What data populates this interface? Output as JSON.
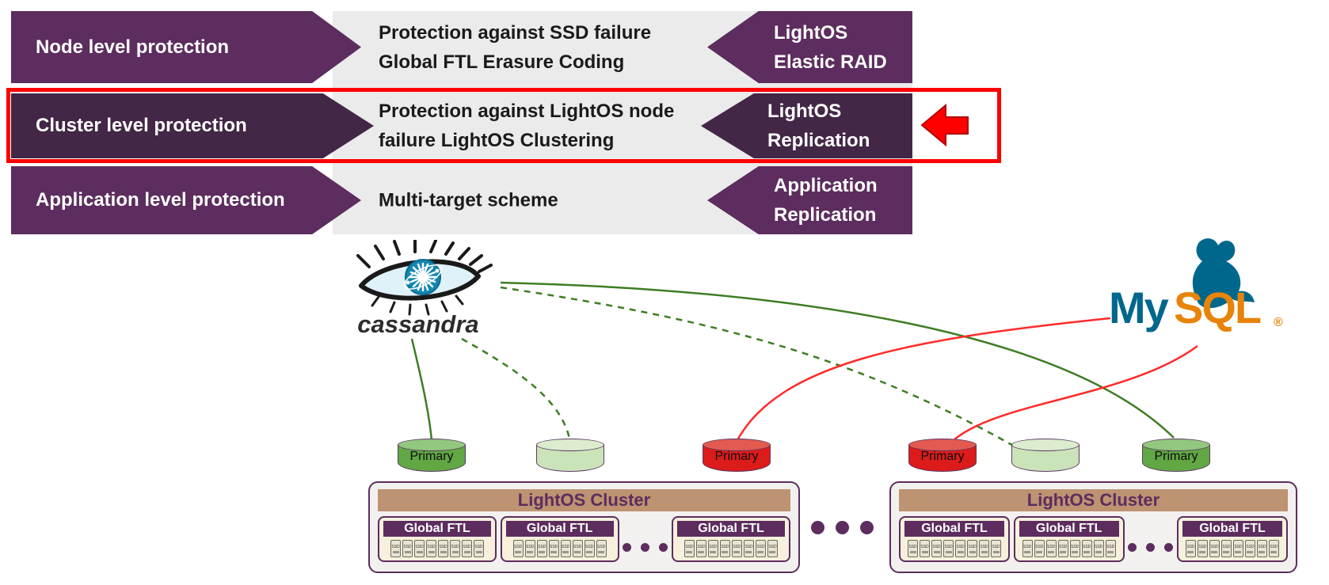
{
  "protection_table": {
    "rows": [
      {
        "level": "Node level protection",
        "description": [
          "Protection against SSD failure",
          "Global FTL Erasure Coding"
        ],
        "mechanism": [
          "LightOS",
          "Elastic RAID"
        ],
        "highlighted": false
      },
      {
        "level": "Cluster level protection",
        "description": [
          "Protection against LightOS node",
          "failure LightOS Clustering"
        ],
        "mechanism": [
          "LightOS",
          "Replication"
        ],
        "highlighted": true
      },
      {
        "level": "Application level protection",
        "description": [
          "Multi-target scheme"
        ],
        "mechanism": [
          "Application",
          "Replication"
        ],
        "highlighted": false
      }
    ]
  },
  "logos": {
    "cassandra": "cassandra",
    "mysql_my": "My",
    "mysql_sql": "SQL",
    "mysql_reg": "®"
  },
  "volumes": [
    {
      "label": "Primary",
      "role": "primary",
      "color": "green"
    },
    {
      "label": "",
      "role": "replica",
      "color": "light-green"
    },
    {
      "label": "Primary",
      "role": "primary",
      "color": "red"
    },
    {
      "label": "Primary",
      "role": "primary",
      "color": "red"
    },
    {
      "label": "",
      "role": "replica",
      "color": "light-green"
    },
    {
      "label": "Primary",
      "role": "primary",
      "color": "green"
    }
  ],
  "connections": [
    {
      "from": "cassandra",
      "to": "volume-1",
      "style": "solid",
      "color": "green"
    },
    {
      "from": "cassandra",
      "to": "volume-2",
      "style": "dashed",
      "color": "green"
    },
    {
      "from": "cassandra",
      "to": "volume-5",
      "style": "dashed",
      "color": "green"
    },
    {
      "from": "cassandra",
      "to": "volume-6",
      "style": "solid",
      "color": "green"
    },
    {
      "from": "mysql",
      "to": "volume-3",
      "style": "solid",
      "color": "red"
    },
    {
      "from": "mysql",
      "to": "volume-4",
      "style": "solid",
      "color": "red"
    }
  ],
  "clusters": [
    {
      "title": "LightOS Cluster",
      "nodes": [
        {
          "label": "Global FTL"
        },
        {
          "label": "Global FTL"
        },
        {
          "label": "Global FTL"
        }
      ]
    },
    {
      "title": "LightOS Cluster",
      "nodes": [
        {
          "label": "Global FTL"
        },
        {
          "label": "Global FTL"
        },
        {
          "label": "Global FTL"
        }
      ]
    }
  ],
  "clusters_meta": {
    "ssd_per_node": 8,
    "ssd_label": "SSD",
    "node_ellipsis_dots": 3,
    "cluster_ellipsis_dots": 3
  },
  "colors": {
    "purple": "#5c2d5e",
    "purple_dark": "#432746",
    "gray_panel": "#ebebeb",
    "highlight_red": "#ff0000",
    "tan": "#bd9372",
    "cream": "#f6f0dd",
    "cluster_bg": "#f3f1ef",
    "vol_green": "#61a744",
    "vol_green_top": "#92c77e",
    "vol_light": "#cbe3b8",
    "vol_light_top": "#dbedce",
    "vol_red": "#dc1b1b",
    "vol_red_top": "#e35a50",
    "line_green": "#3e7d23",
    "line_red": "#ff2a2a",
    "cassandra_blue": "#1287b1",
    "mysql_blue": "#00678c",
    "mysql_orange": "#e8830a"
  }
}
